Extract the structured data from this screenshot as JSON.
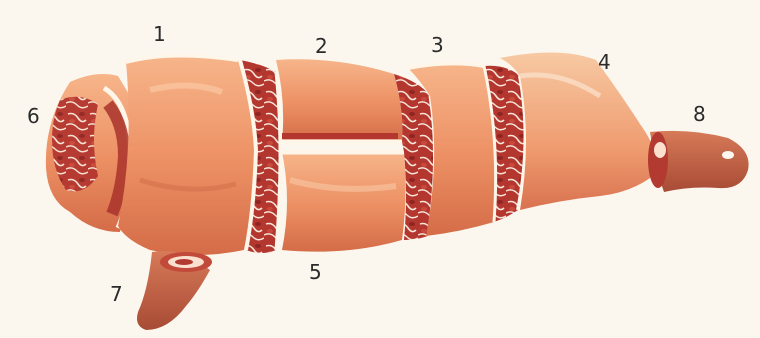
{
  "diagram": {
    "labels": {
      "one": "1",
      "two": "2",
      "three": "3",
      "four": "4",
      "five": "5",
      "six": "6",
      "seven": "7",
      "eight": "8"
    },
    "colors": {
      "background": "#fbf7ef",
      "meat_light": "#f3a77a",
      "meat_mid": "#e8865e",
      "meat_dark": "#c9603f",
      "lean_red": "#a9322c",
      "fat_white": "#fff6ea",
      "bone_shank": "#c0654a"
    }
  }
}
